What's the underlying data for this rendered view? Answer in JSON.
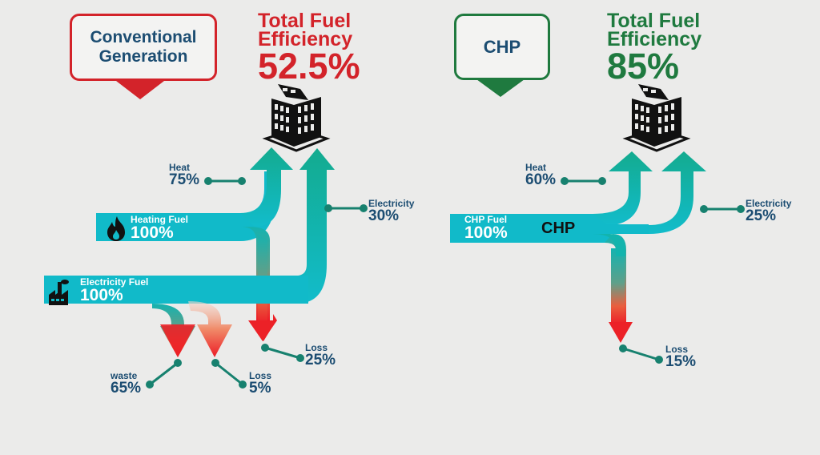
{
  "conventional": {
    "title": "Conventional Generation",
    "title_line1": "Conventional",
    "title_line2": "Generation",
    "accent_color": "#d3232a",
    "efficiency_label_line1": "Total Fuel",
    "efficiency_label_line2": "Efficiency",
    "efficiency_value": "52.5%",
    "inputs": [
      {
        "label": "Heating Fuel",
        "value": "100%",
        "icon": "flame-icon"
      },
      {
        "label": "Electricity Fuel",
        "value": "100%",
        "icon": "factory-icon"
      }
    ],
    "outputs": [
      {
        "label": "Heat",
        "value": "75%"
      },
      {
        "label": "Electricity",
        "value": "30%"
      },
      {
        "label": "Loss",
        "value": "25%"
      },
      {
        "label": "waste",
        "value": "65%"
      },
      {
        "label": "Loss",
        "value": "5%"
      }
    ]
  },
  "chp": {
    "title": "CHP",
    "accent_color": "#1f7a3f",
    "efficiency_label_line1": "Total Fuel",
    "efficiency_label_line2": "Efficiency",
    "efficiency_value": "85%",
    "center_label": "CHP",
    "inputs": [
      {
        "label": "CHP Fuel",
        "value": "100%"
      }
    ],
    "outputs": [
      {
        "label": "Heat",
        "value": "60%"
      },
      {
        "label": "Electricity",
        "value": "25%"
      },
      {
        "label": "Loss",
        "value": "15%"
      }
    ]
  },
  "colors": {
    "background": "#ebebea",
    "flow_cyan": "#10b9c9",
    "flow_green": "#12ad94",
    "loss_red": "#ec2127",
    "label_navy": "#1c4d72",
    "connector": "#17816f"
  }
}
